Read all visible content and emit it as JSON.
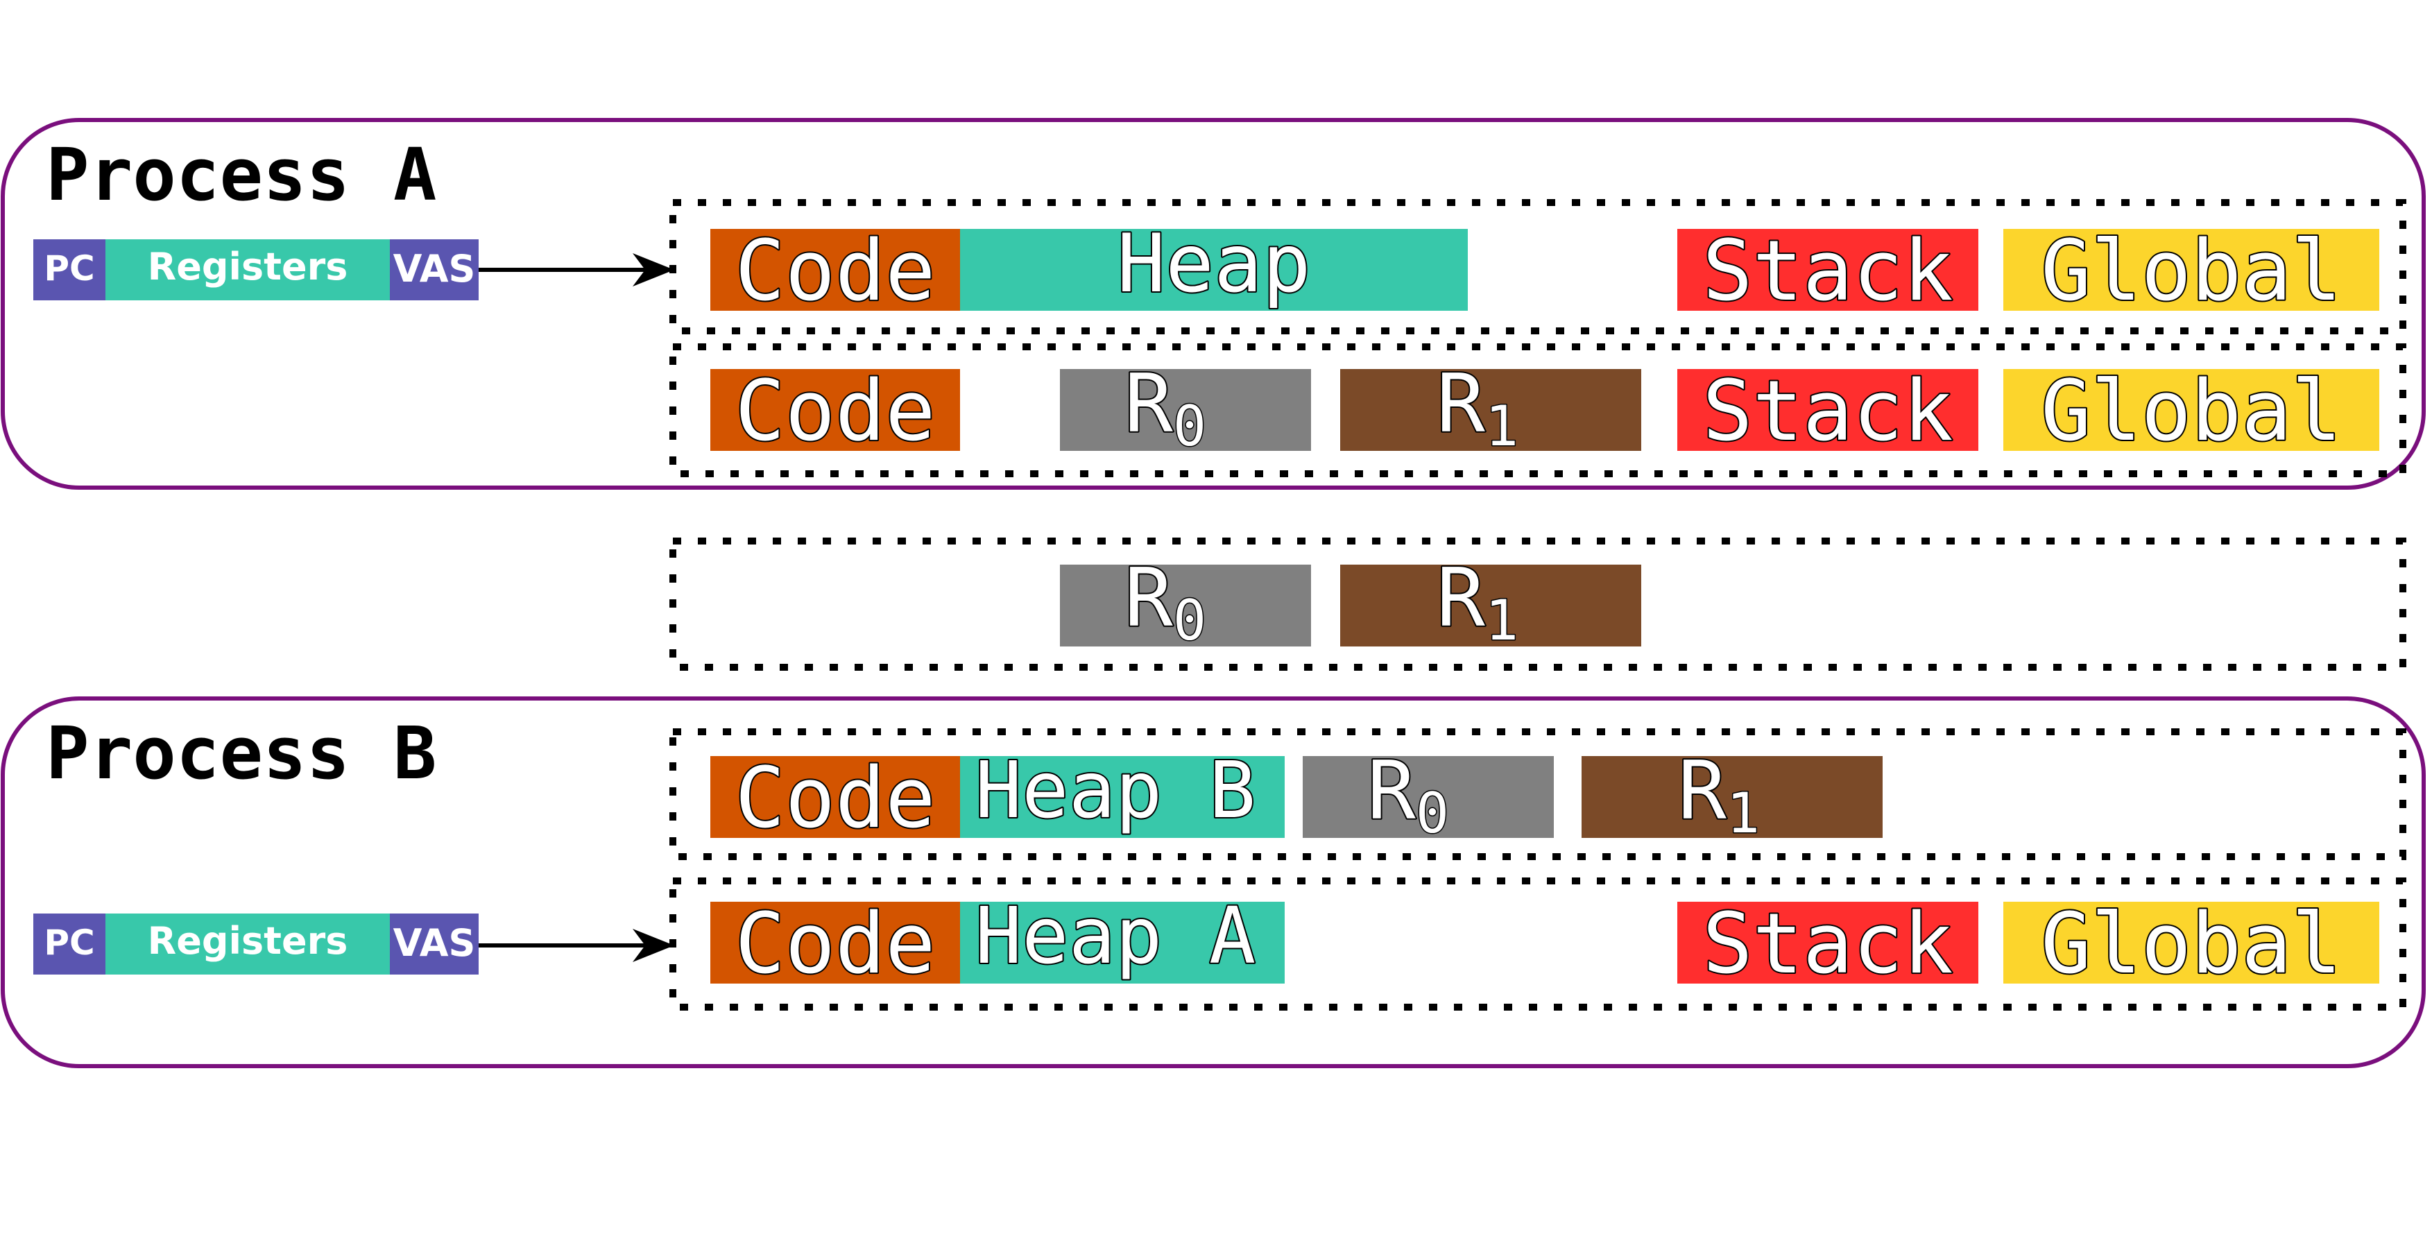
{
  "colors": {
    "process_border": "#7a0f7d",
    "code": "#d35400",
    "heap": "#38c8aa",
    "stack": "#ff2e2e",
    "global": "#fcd52c",
    "r0": "#808080",
    "r1": "#7b4a28",
    "pc_vas": "#5a55b0",
    "registers": "#38c8aa"
  },
  "process_a": {
    "title": "Process A",
    "context": {
      "pc": "PC",
      "registers": "Registers",
      "vas": "VAS"
    }
  },
  "process_b": {
    "title": "Process B",
    "context": {
      "pc": "PC",
      "registers": "Registers",
      "vas": "VAS"
    }
  },
  "segments": {
    "code": "Code",
    "heap": "Heap",
    "heap_a": "Heap A",
    "heap_b": "Heap B",
    "stack": "Stack",
    "global": "Global",
    "r_letter": "R",
    "r0_sub": "0",
    "r1_sub": "1"
  }
}
